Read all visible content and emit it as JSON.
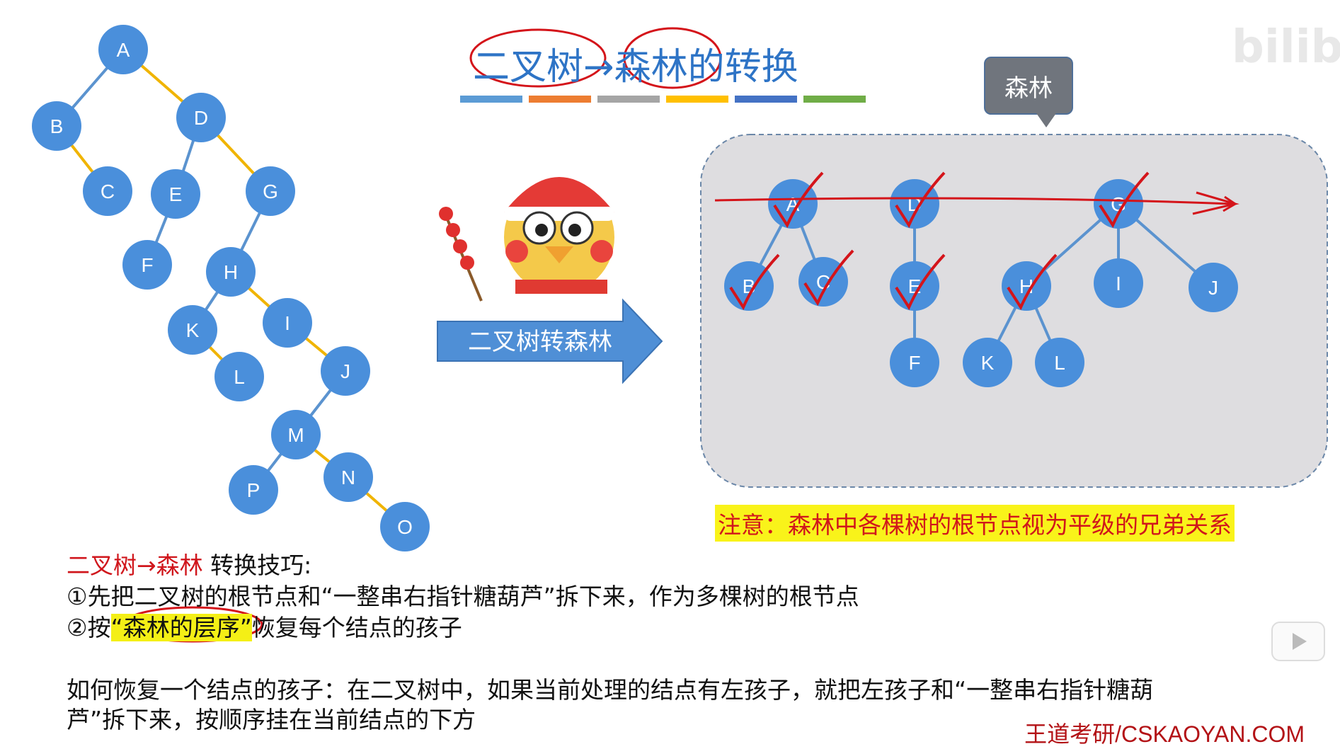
{
  "title": "二叉树→森林的转换",
  "callout_label": "森林",
  "arrow_label": "二叉树转森林",
  "note": "注意：森林中各棵树的根节点视为平级的兄弟关系",
  "tips": {
    "heading_red": "二叉树→森林",
    "heading_rest": " 转换技巧:",
    "step1": "①先把二叉树的根节点和“一整串右指针糖葫芦”拆下来，作为多棵树的根节点",
    "step2_prefix": "②按",
    "step2_highlight": "“森林的层序”",
    "step2_suffix": "恢复每个结点的孩子",
    "para_line1": "如何恢复一个结点的孩子：在二叉树中，如果当前处理的结点有左孩子，就把左孩子和“一整串右指针糖葫",
    "para_line2": "芦”拆下来，按顺序挂在当前结点的下方"
  },
  "footer": "王道考研/CSKAOYAN.COM",
  "watermark": "bilibili",
  "colors": {
    "node_fill": "#4a8fdb",
    "left_edge": "#5b93cf",
    "right_edge": "#f0b400",
    "title": "#2e74c6",
    "red": "#d0161c",
    "highlight": "#f9f31a",
    "forest_bg": "#dedde0"
  },
  "binary_tree": {
    "nodes": [
      "A",
      "B",
      "D",
      "C",
      "E",
      "G",
      "F",
      "H",
      "K",
      "I",
      "L",
      "J",
      "M",
      "P",
      "N",
      "O"
    ],
    "left_edges": [
      [
        "A",
        "B"
      ],
      [
        "D",
        "E"
      ],
      [
        "E",
        "F"
      ],
      [
        "G",
        "H"
      ],
      [
        "H",
        "K"
      ],
      [
        "J",
        "M"
      ],
      [
        "M",
        "P"
      ]
    ],
    "right_edges": [
      [
        "A",
        "D"
      ],
      [
        "B",
        "C"
      ],
      [
        "D",
        "G"
      ],
      [
        "H",
        "I"
      ],
      [
        "K",
        "L"
      ],
      [
        "I",
        "J"
      ],
      [
        "M",
        "N"
      ],
      [
        "N",
        "O"
      ]
    ]
  },
  "forest": {
    "roots": [
      "A",
      "D",
      "G"
    ],
    "nodes": [
      "A",
      "D",
      "G",
      "B",
      "C",
      "E",
      "H",
      "I",
      "J",
      "F",
      "K",
      "L"
    ],
    "edges": [
      [
        "A",
        "B"
      ],
      [
        "A",
        "C"
      ],
      [
        "D",
        "E"
      ],
      [
        "E",
        "F"
      ],
      [
        "G",
        "H"
      ],
      [
        "G",
        "I"
      ],
      [
        "G",
        "J"
      ],
      [
        "H",
        "K"
      ],
      [
        "H",
        "L"
      ]
    ],
    "checked": [
      "A",
      "D",
      "G",
      "B",
      "C",
      "E",
      "H"
    ]
  },
  "title_bar_colors": [
    "#5b9bd5",
    "#ed7d31",
    "#a5a5a5",
    "#ffc000",
    "#4472c4",
    "#70ad47"
  ]
}
